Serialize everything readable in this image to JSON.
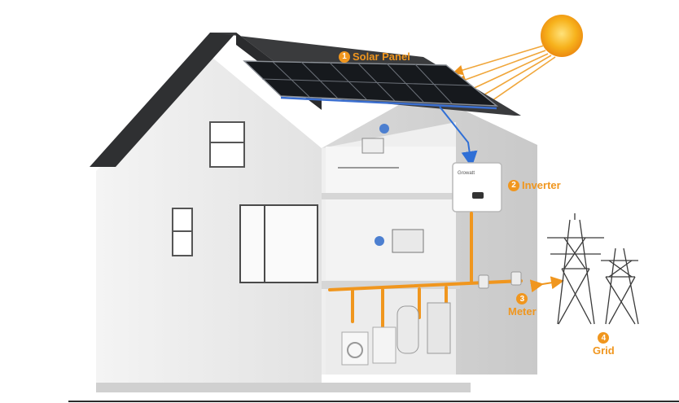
{
  "callouts": {
    "solar_panel": {
      "number": "1",
      "label": "Solar Panel"
    },
    "inverter": {
      "number": "2",
      "label": "Inverter"
    },
    "meter": {
      "number": "3",
      "label": "Meter"
    },
    "grid": {
      "number": "4",
      "label": "Grid"
    }
  },
  "inverter_brand": "Growatt",
  "colors": {
    "accent": "#f0961e",
    "flow_arrow": "#2f6fd6",
    "roof": "#3a3b3d",
    "wall": "#e6e6e6",
    "sun": "#f6a11a"
  }
}
